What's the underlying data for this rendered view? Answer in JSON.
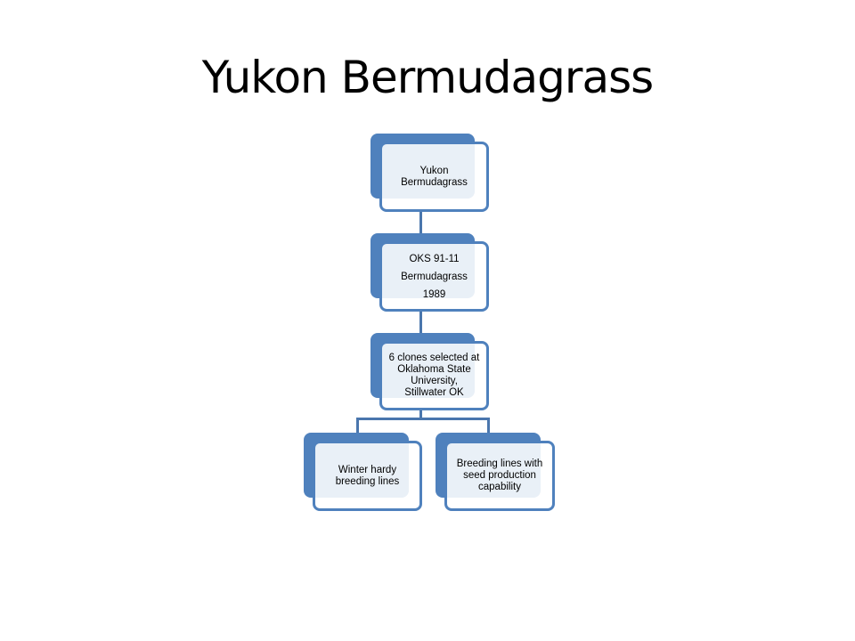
{
  "slide": {
    "title": "Yukon Bermudagrass"
  },
  "diagram": {
    "nodes": [
      {
        "lines": [
          "Yukon",
          "Bermudagrass"
        ]
      },
      {
        "lines": [
          "OKS 91-11",
          "Bermudagrass",
          "1989"
        ]
      },
      {
        "lines": [
          "6 clones selected at",
          "Oklahoma State",
          "University,",
          "Stillwater OK"
        ]
      },
      {
        "lines": [
          "Winter hardy",
          "breeding lines"
        ]
      },
      {
        "lines": [
          "Breeding lines with",
          "seed production",
          "capability"
        ]
      }
    ],
    "colors": {
      "accent": "#4f81bd"
    }
  }
}
